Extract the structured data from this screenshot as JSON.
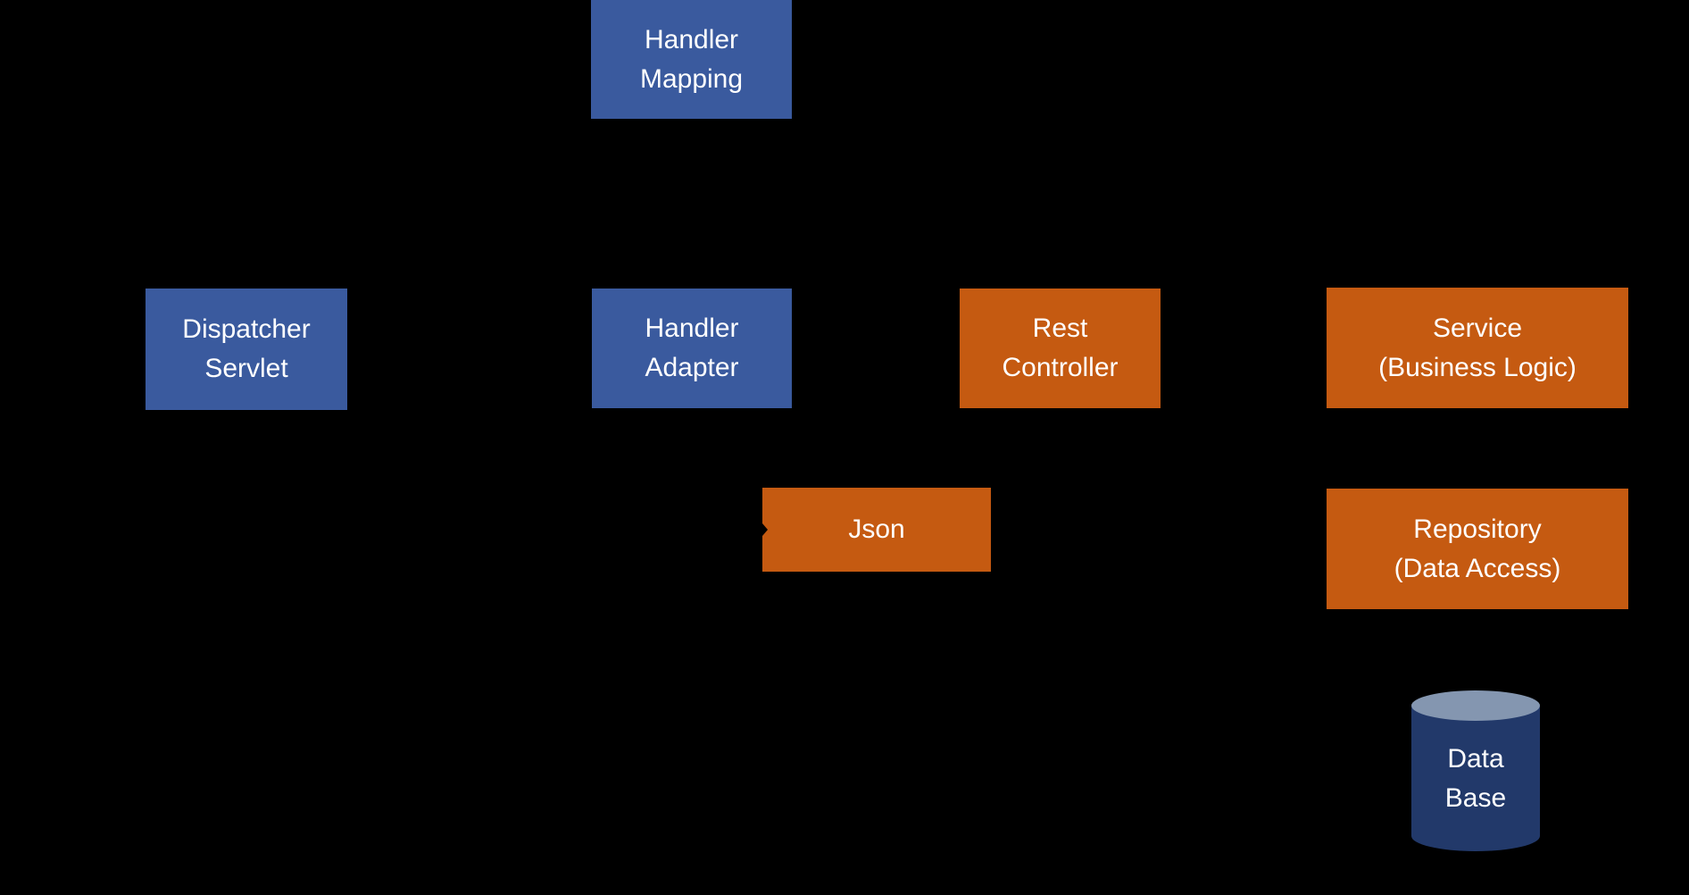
{
  "canvas": {
    "background": "#000000"
  },
  "colors": {
    "blue_box": "#3A5A9E",
    "orange_box": "#C55A11",
    "cylinder_body": "#22396A",
    "cylinder_top": "#8496B0",
    "label_text": "#FFFFFF"
  },
  "nodes": {
    "handler_mapping": {
      "line1": "Handler",
      "line2": "Mapping",
      "fill": "#3A5A9E"
    },
    "dispatcher_servlet": {
      "line1": "Dispatcher",
      "line2": "Servlet",
      "fill": "#3A5A9E"
    },
    "handler_adapter": {
      "line1": "Handler",
      "line2": "Adapter",
      "fill": "#3A5A9E"
    },
    "rest_controller": {
      "line1": "Rest",
      "line2": "Controller",
      "fill": "#C55A11"
    },
    "service": {
      "line1": "Service",
      "line2": "(Business Logic)",
      "fill": "#C55A11"
    },
    "json": {
      "line1": "Json",
      "fill": "#C55A11"
    },
    "repository": {
      "line1": "Repository",
      "line2": "(Data Access)",
      "fill": "#C55A11"
    },
    "database": {
      "line1": "Data",
      "line2": "Base",
      "body_fill": "#22396A",
      "top_fill": "#8496B0"
    }
  }
}
